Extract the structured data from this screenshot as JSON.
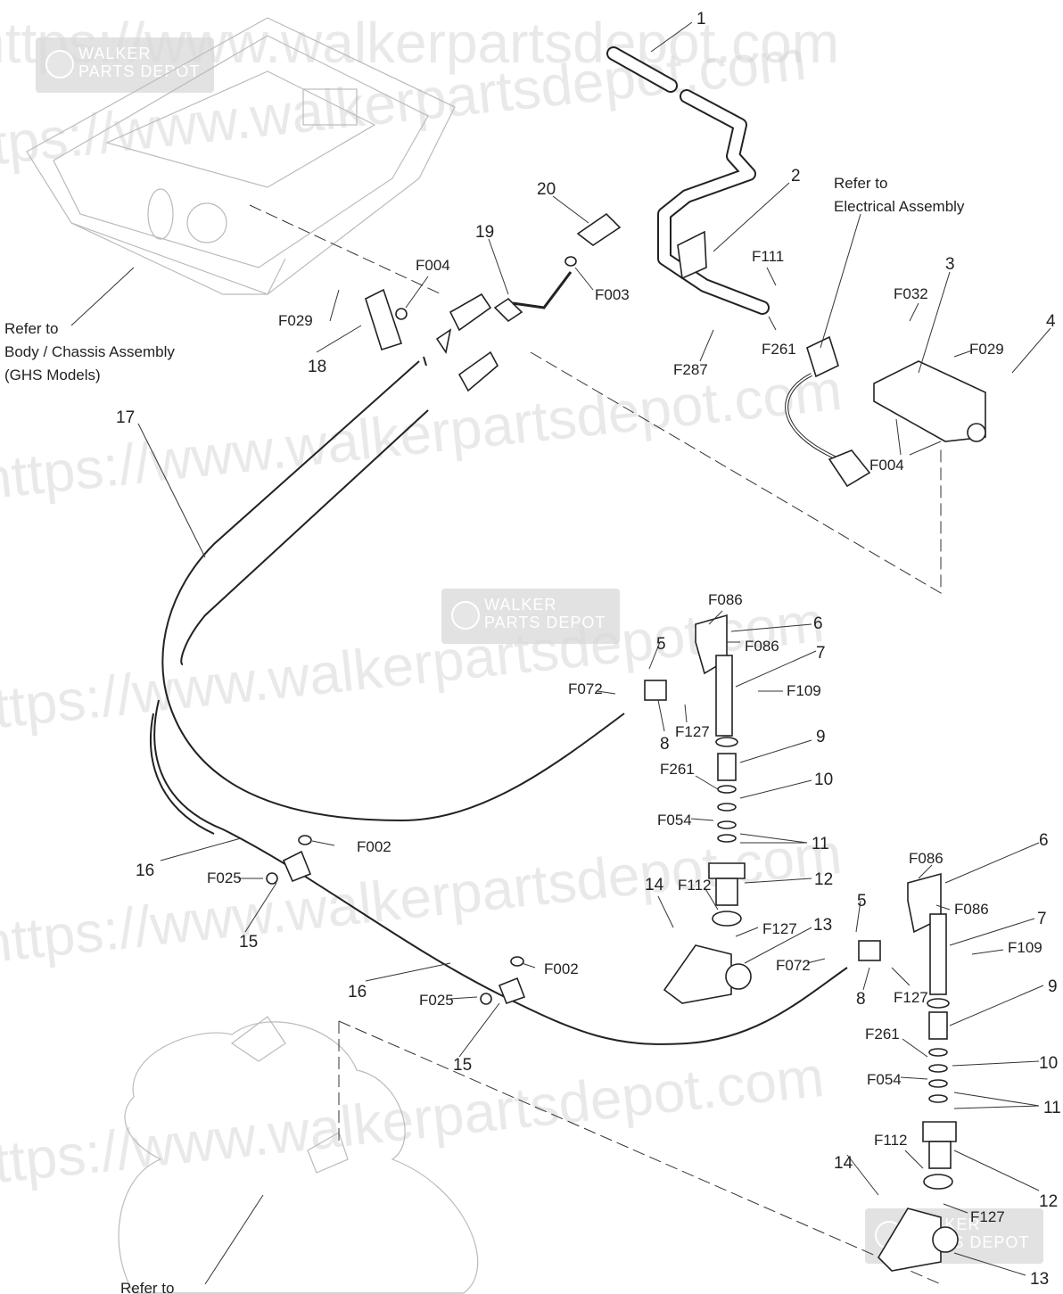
{
  "watermark": {
    "url_text": "https://www.walkerpartsdepot.com",
    "badge_line1": "WALKER",
    "badge_line2": "PARTS DEPOT"
  },
  "references": {
    "body_chassis": "Refer to\nBody / Chassis Assembly\n(GHS Models)",
    "electrical": "Refer to\nElectrical Assembly",
    "bottom": "Refer to"
  },
  "callouts": [
    {
      "id": "c1",
      "text": "1"
    },
    {
      "id": "c2",
      "text": "2"
    },
    {
      "id": "c3",
      "text": "3"
    },
    {
      "id": "c4",
      "text": "4"
    },
    {
      "id": "c5a",
      "text": "5"
    },
    {
      "id": "c5b",
      "text": "5"
    },
    {
      "id": "c6a",
      "text": "6"
    },
    {
      "id": "c6b",
      "text": "6"
    },
    {
      "id": "c7a",
      "text": "7"
    },
    {
      "id": "c7b",
      "text": "7"
    },
    {
      "id": "c8a",
      "text": "8"
    },
    {
      "id": "c8b",
      "text": "8"
    },
    {
      "id": "c9a",
      "text": "9"
    },
    {
      "id": "c9b",
      "text": "9"
    },
    {
      "id": "c10a",
      "text": "10"
    },
    {
      "id": "c10b",
      "text": "10"
    },
    {
      "id": "c11a",
      "text": "11"
    },
    {
      "id": "c11b",
      "text": "11"
    },
    {
      "id": "c12a",
      "text": "12"
    },
    {
      "id": "c12b",
      "text": "12"
    },
    {
      "id": "c13a",
      "text": "13"
    },
    {
      "id": "c13b",
      "text": "13"
    },
    {
      "id": "c14a",
      "text": "14"
    },
    {
      "id": "c14b",
      "text": "14"
    },
    {
      "id": "c15a",
      "text": "15"
    },
    {
      "id": "c15b",
      "text": "15"
    },
    {
      "id": "c16a",
      "text": "16"
    },
    {
      "id": "c16b",
      "text": "16"
    },
    {
      "id": "c17",
      "text": "17"
    },
    {
      "id": "c18",
      "text": "18"
    },
    {
      "id": "c19",
      "text": "19"
    },
    {
      "id": "c20",
      "text": "20"
    },
    {
      "id": "f004a",
      "text": "F004"
    },
    {
      "id": "f004b",
      "text": "F004"
    },
    {
      "id": "f029a",
      "text": "F029"
    },
    {
      "id": "f029b",
      "text": "F029"
    },
    {
      "id": "f003",
      "text": "F003"
    },
    {
      "id": "f111",
      "text": "F111"
    },
    {
      "id": "f261a",
      "text": "F261"
    },
    {
      "id": "f287",
      "text": "F287"
    },
    {
      "id": "f032",
      "text": "F032"
    },
    {
      "id": "f086a",
      "text": "F086"
    },
    {
      "id": "f086b",
      "text": "F086"
    },
    {
      "id": "f086c",
      "text": "F086"
    },
    {
      "id": "f086d",
      "text": "F086"
    },
    {
      "id": "f072a",
      "text": "F072"
    },
    {
      "id": "f072b",
      "text": "F072"
    },
    {
      "id": "f109a",
      "text": "F109"
    },
    {
      "id": "f109b",
      "text": "F109"
    },
    {
      "id": "f127a",
      "text": "F127"
    },
    {
      "id": "f127b",
      "text": "F127"
    },
    {
      "id": "f127c",
      "text": "F127"
    },
    {
      "id": "f127d",
      "text": "F127"
    },
    {
      "id": "f261b",
      "text": "F261"
    },
    {
      "id": "f261c",
      "text": "F261"
    },
    {
      "id": "f054a",
      "text": "F054"
    },
    {
      "id": "f054b",
      "text": "F054"
    },
    {
      "id": "f112a",
      "text": "F112"
    },
    {
      "id": "f112b",
      "text": "F112"
    },
    {
      "id": "f002a",
      "text": "F002"
    },
    {
      "id": "f002b",
      "text": "F002"
    },
    {
      "id": "f025a",
      "text": "F025"
    },
    {
      "id": "f025b",
      "text": "F025"
    }
  ]
}
